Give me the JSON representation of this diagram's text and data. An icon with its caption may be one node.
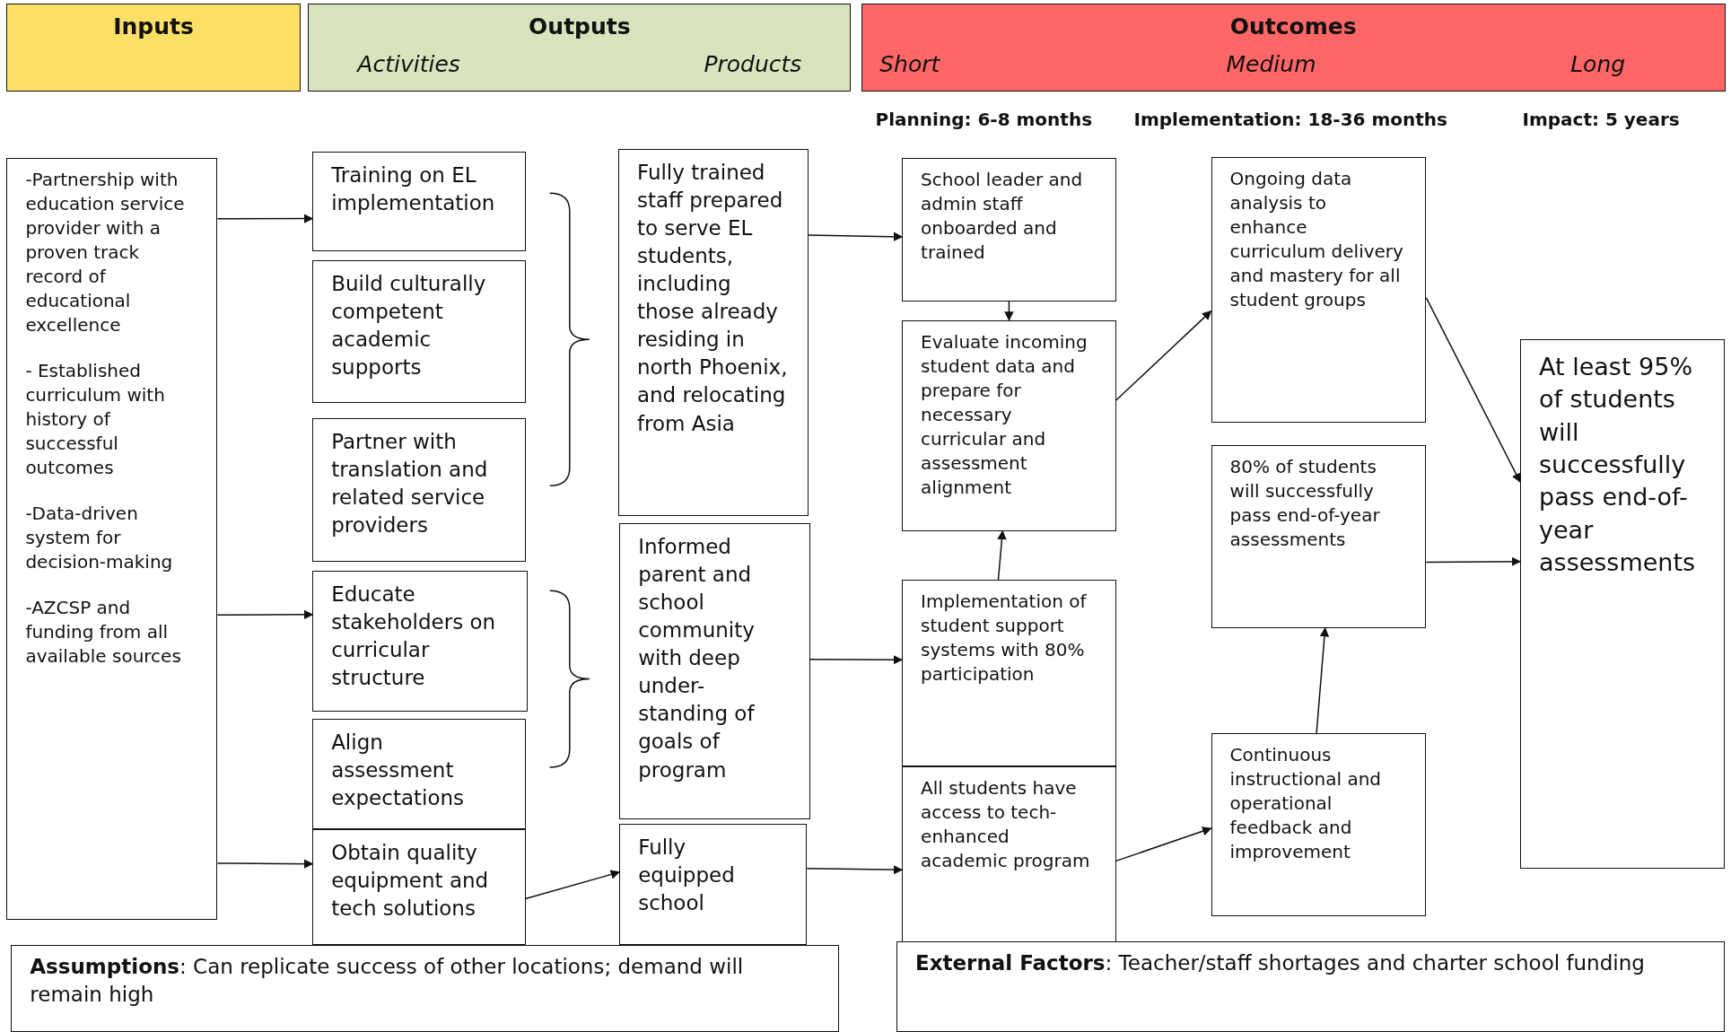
{
  "diagram": {
    "nodes": [
      {
        "text": [
          "Inputs"
        ]
      },
      {
        "text": [
          "Outputs",
          "Activities",
          "Products"
        ]
      },
      {
        "text": [
          "Outcomes",
          "Short",
          "Medium",
          "Long"
        ]
      },
      {
        "text": [
          "-Partnership with education service provider with a proven track record of educational excellence",
          "- Established curriculum with history of successful outcomes",
          "-Data-driven system for decision-making",
          "-AZCSP and funding from all available sources"
        ]
      },
      {
        "text": [
          "Training on EL implementation"
        ]
      },
      {
        "text": [
          "Build culturally competent academic supports"
        ]
      },
      {
        "text": [
          "Partner with translation and related service providers"
        ]
      },
      {
        "text": [
          "Educate stakeholders on curricular structure"
        ]
      },
      {
        "text": [
          "Align assessment expectations"
        ]
      },
      {
        "text": [
          "Obtain quality equipment and tech solutions"
        ]
      },
      {
        "text": [
          "Fully trained staff prepared to serve EL students, including those already residing in north Phoenix, and relocating from Asia"
        ]
      },
      {
        "text": [
          "Informed parent and school community with deep under-standing of goals of program"
        ]
      },
      {
        "text": [
          "Fully equipped school"
        ]
      },
      {
        "text": [
          "School leader and admin staff onboarded and trained"
        ]
      },
      {
        "text": [
          "Evaluate incoming student data and prepare for necessary curricular and assessment alignment"
        ]
      },
      {
        "text": [
          "Implementation of student support systems with 80% participation"
        ]
      },
      {
        "text": [
          "All students have access to tech-enhanced academic program"
        ]
      },
      {
        "text": [
          "Ongoing data analysis to enhance curriculum delivery and mastery for all student groups"
        ]
      },
      {
        "text": [
          "80% of students will successfully pass end-of-year assessments"
        ]
      },
      {
        "text": [
          "Continuous instructional and operational feedback and improvement"
        ]
      },
      {
        "text": [
          "At least 95% of students will successfully pass end-of-year assessments"
        ]
      },
      {
        "text": [
          "**Assumptions**: Can replicate success of other locations; demand will remain high"
        ]
      },
      {
        "text": [
          "**External Factors**: Teacher/staff shortages and charter school funding"
        ]
      }
    ],
    "edges": [
      {
        "from": 3,
        "to": 4,
        "arrow": "to"
      },
      {
        "from": 3,
        "to": 7,
        "arrow": "to"
      },
      {
        "from": 3,
        "to": 9,
        "arrow": "to"
      },
      {
        "from": 9,
        "to": 12,
        "arrow": "to"
      },
      {
        "from": 10,
        "to": 13,
        "arrow": "to"
      },
      {
        "from": 11,
        "to": 15,
        "arrow": "to"
      },
      {
        "from": 12,
        "to": 16,
        "arrow": "to"
      },
      {
        "from": 13,
        "to": 14,
        "arrow": "to"
      },
      {
        "from": 15,
        "to": 14,
        "arrow": "to"
      },
      {
        "from": 14,
        "to": 17,
        "arrow": "to"
      },
      {
        "from": 16,
        "to": 19,
        "arrow": "to"
      },
      {
        "from": 19,
        "to": 18,
        "arrow": "to"
      },
      {
        "from": 17,
        "to": 20,
        "arrow": "to"
      },
      {
        "from": 18,
        "to": 20,
        "arrow": "to"
      }
    ],
    "labels": [
      "Planning: 6-8 months",
      "Implementation: 18-36 months",
      "Impact: 5 years"
    ]
  }
}
